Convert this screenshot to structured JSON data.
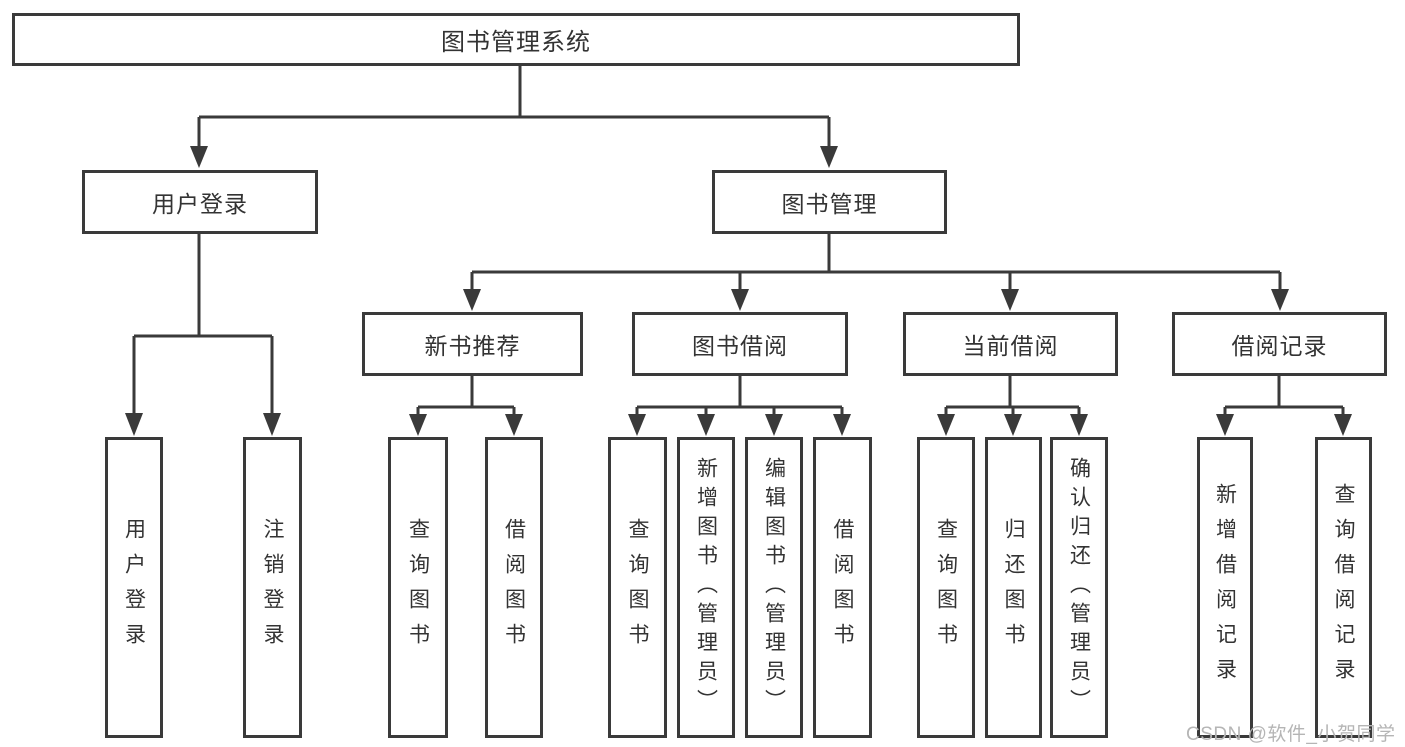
{
  "nodes": {
    "root": "图书管理系统",
    "l1_left": "用户登录",
    "l1_right": "图书管理",
    "l2": [
      "新书推荐",
      "图书借阅",
      "当前借阅",
      "借阅记录"
    ],
    "leaves_login": [
      "用户登录",
      "注销登录"
    ],
    "leaves_recommend": [
      "查询图书",
      "借阅图书"
    ],
    "leaves_borrow": [
      "查询图书",
      "新增图书（管理员）",
      "编辑图书（管理员）",
      "借阅图书"
    ],
    "leaves_current": [
      "查询图书",
      "归还图书",
      "确认归还（管理员）"
    ],
    "leaves_records": [
      "新增借阅记录",
      "查询借阅记录"
    ]
  },
  "watermark": "CSDN @软件_小贺同学",
  "colors": {
    "line": "#3a3a3a",
    "text": "#333333",
    "box_background": "#ffffff",
    "watermark": "#b5b5b5",
    "page_background": "#ffffff"
  }
}
